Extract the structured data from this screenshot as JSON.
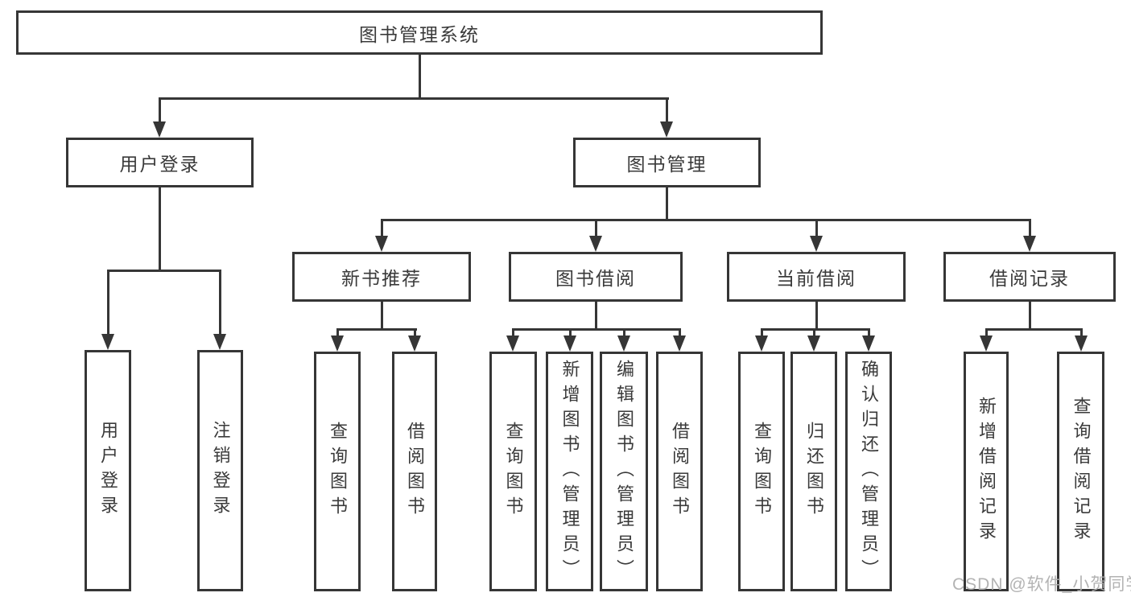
{
  "nodes": {
    "root": "图书管理系统",
    "user_login": "用户登录",
    "book_mgmt": "图书管理",
    "new_book_rec": "新书推荐",
    "book_borrow": "图书借阅",
    "current_borrow": "当前借阅",
    "borrow_record": "借阅记录",
    "leaf_user_login": "用户登录",
    "leaf_logout": "注销登录",
    "leaf_nb_query": "查询图书",
    "leaf_nb_borrow": "借阅图书",
    "leaf_bb_query": "查询图书",
    "leaf_bb_add": "新增图书（管理员）",
    "leaf_bb_edit": "编辑图书（管理员）",
    "leaf_bb_borrow": "借阅图书",
    "leaf_cb_query": "查询图书",
    "leaf_cb_return": "归还图书",
    "leaf_cb_confirm": "确认归还（管理员）",
    "leaf_br_add": "新增借阅记录",
    "leaf_br_query": "查询借阅记录"
  },
  "watermark": "CSDN @软件_小贺同学",
  "colors": {
    "line": "#363636",
    "text": "#3a3a3a",
    "watermark": "#adadad",
    "background": "#ffffff"
  }
}
